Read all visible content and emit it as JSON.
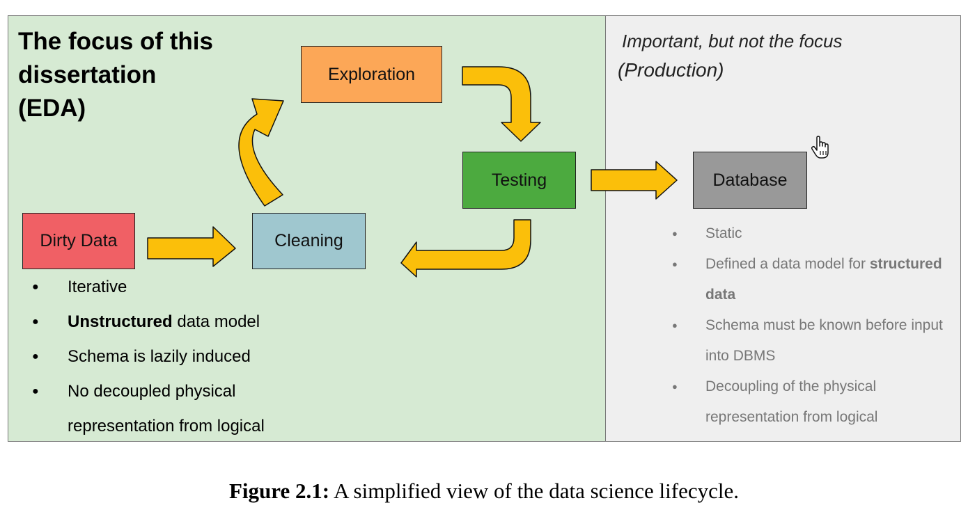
{
  "eda_panel": {
    "title": "The focus of this\ndissertation\n(EDA)",
    "bullets": [
      {
        "bold": "",
        "text": "Iterative"
      },
      {
        "bold": "Unstructured",
        "text": " data model"
      },
      {
        "bold": "",
        "text": "Schema is lazily induced"
      },
      {
        "bold": "",
        "text": "No decoupled physical representation from logical"
      }
    ]
  },
  "production_panel": {
    "title": "Important, but not the focus",
    "subtitle": "(Production)",
    "bullets": [
      {
        "pre": "Static",
        "bold": "",
        "post": ""
      },
      {
        "pre": "Defined a data model for ",
        "bold": "structured data",
        "post": ""
      },
      {
        "pre": "Schema must be known before input into DBMS",
        "bold": "",
        "post": ""
      },
      {
        "pre": "Decoupling of the physical representation from logical",
        "bold": "",
        "post": ""
      }
    ]
  },
  "nodes": {
    "dirty_data": "Dirty Data",
    "cleaning": "Cleaning",
    "exploration": "Exploration",
    "testing": "Testing",
    "database": "Database"
  },
  "caption": {
    "label": "Figure 2.1:",
    "text": " A simplified view of the data science lifecycle."
  },
  "colors": {
    "eda_panel_bg": "#d6ead3",
    "production_panel_bg": "#efefef",
    "dirty_data": "#f06065",
    "cleaning": "#9fc7cf",
    "exploration": "#fca757",
    "testing": "#4caa3f",
    "database": "#999999",
    "arrow": "#fbbf0a"
  },
  "icons": {
    "cursor": "hand-pointer-icon"
  }
}
